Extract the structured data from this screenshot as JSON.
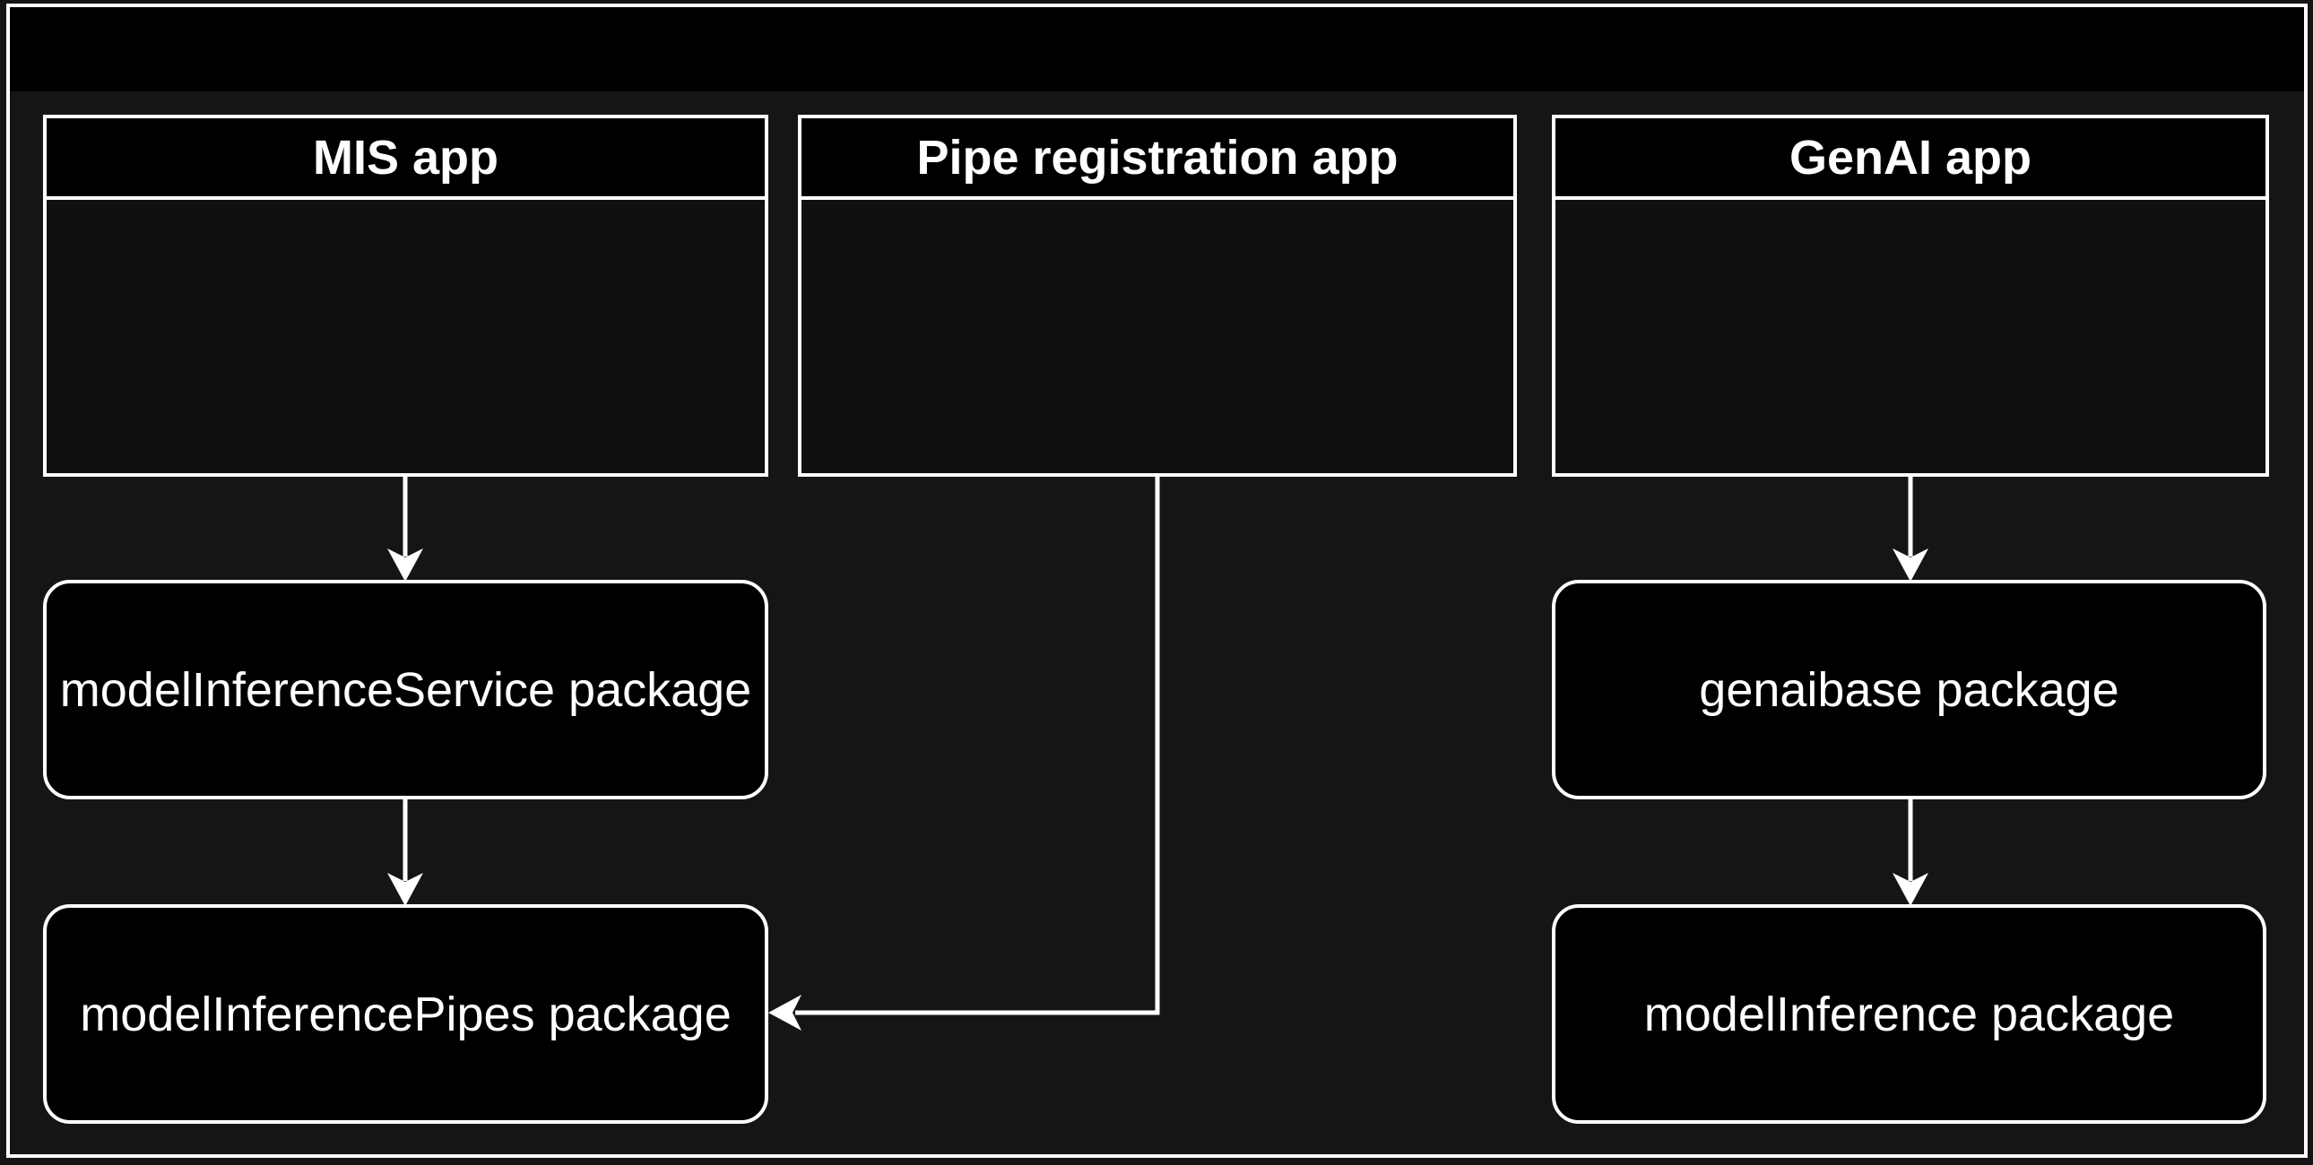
{
  "apps": [
    {
      "title": "MIS app"
    },
    {
      "title": "Pipe registration app"
    },
    {
      "title": "GenAI app"
    }
  ],
  "packages": [
    {
      "label": "modelInferenceService package"
    },
    {
      "label": "modelInferencePipes package"
    },
    {
      "label": "genaibase package"
    },
    {
      "label": "modelInference package"
    }
  ],
  "connections": [
    {
      "from": "MIS app",
      "to": "modelInferenceService package",
      "style": "straight-arrow"
    },
    {
      "from": "modelInferenceService package",
      "to": "modelInferencePipes package",
      "style": "straight-arrow"
    },
    {
      "from": "Pipe registration app",
      "to": "modelInferencePipes package",
      "style": "elbow-arrow"
    },
    {
      "from": "GenAI app",
      "to": "genaibase package",
      "style": "straight-arrow"
    },
    {
      "from": "genaibase package",
      "to": "modelInference package",
      "style": "straight-arrow"
    }
  ],
  "colors": {
    "background": "#151515",
    "node_fill": "#000000",
    "app_body_fill": "#101010",
    "stroke": "#ffffff",
    "text": "#ffffff"
  }
}
